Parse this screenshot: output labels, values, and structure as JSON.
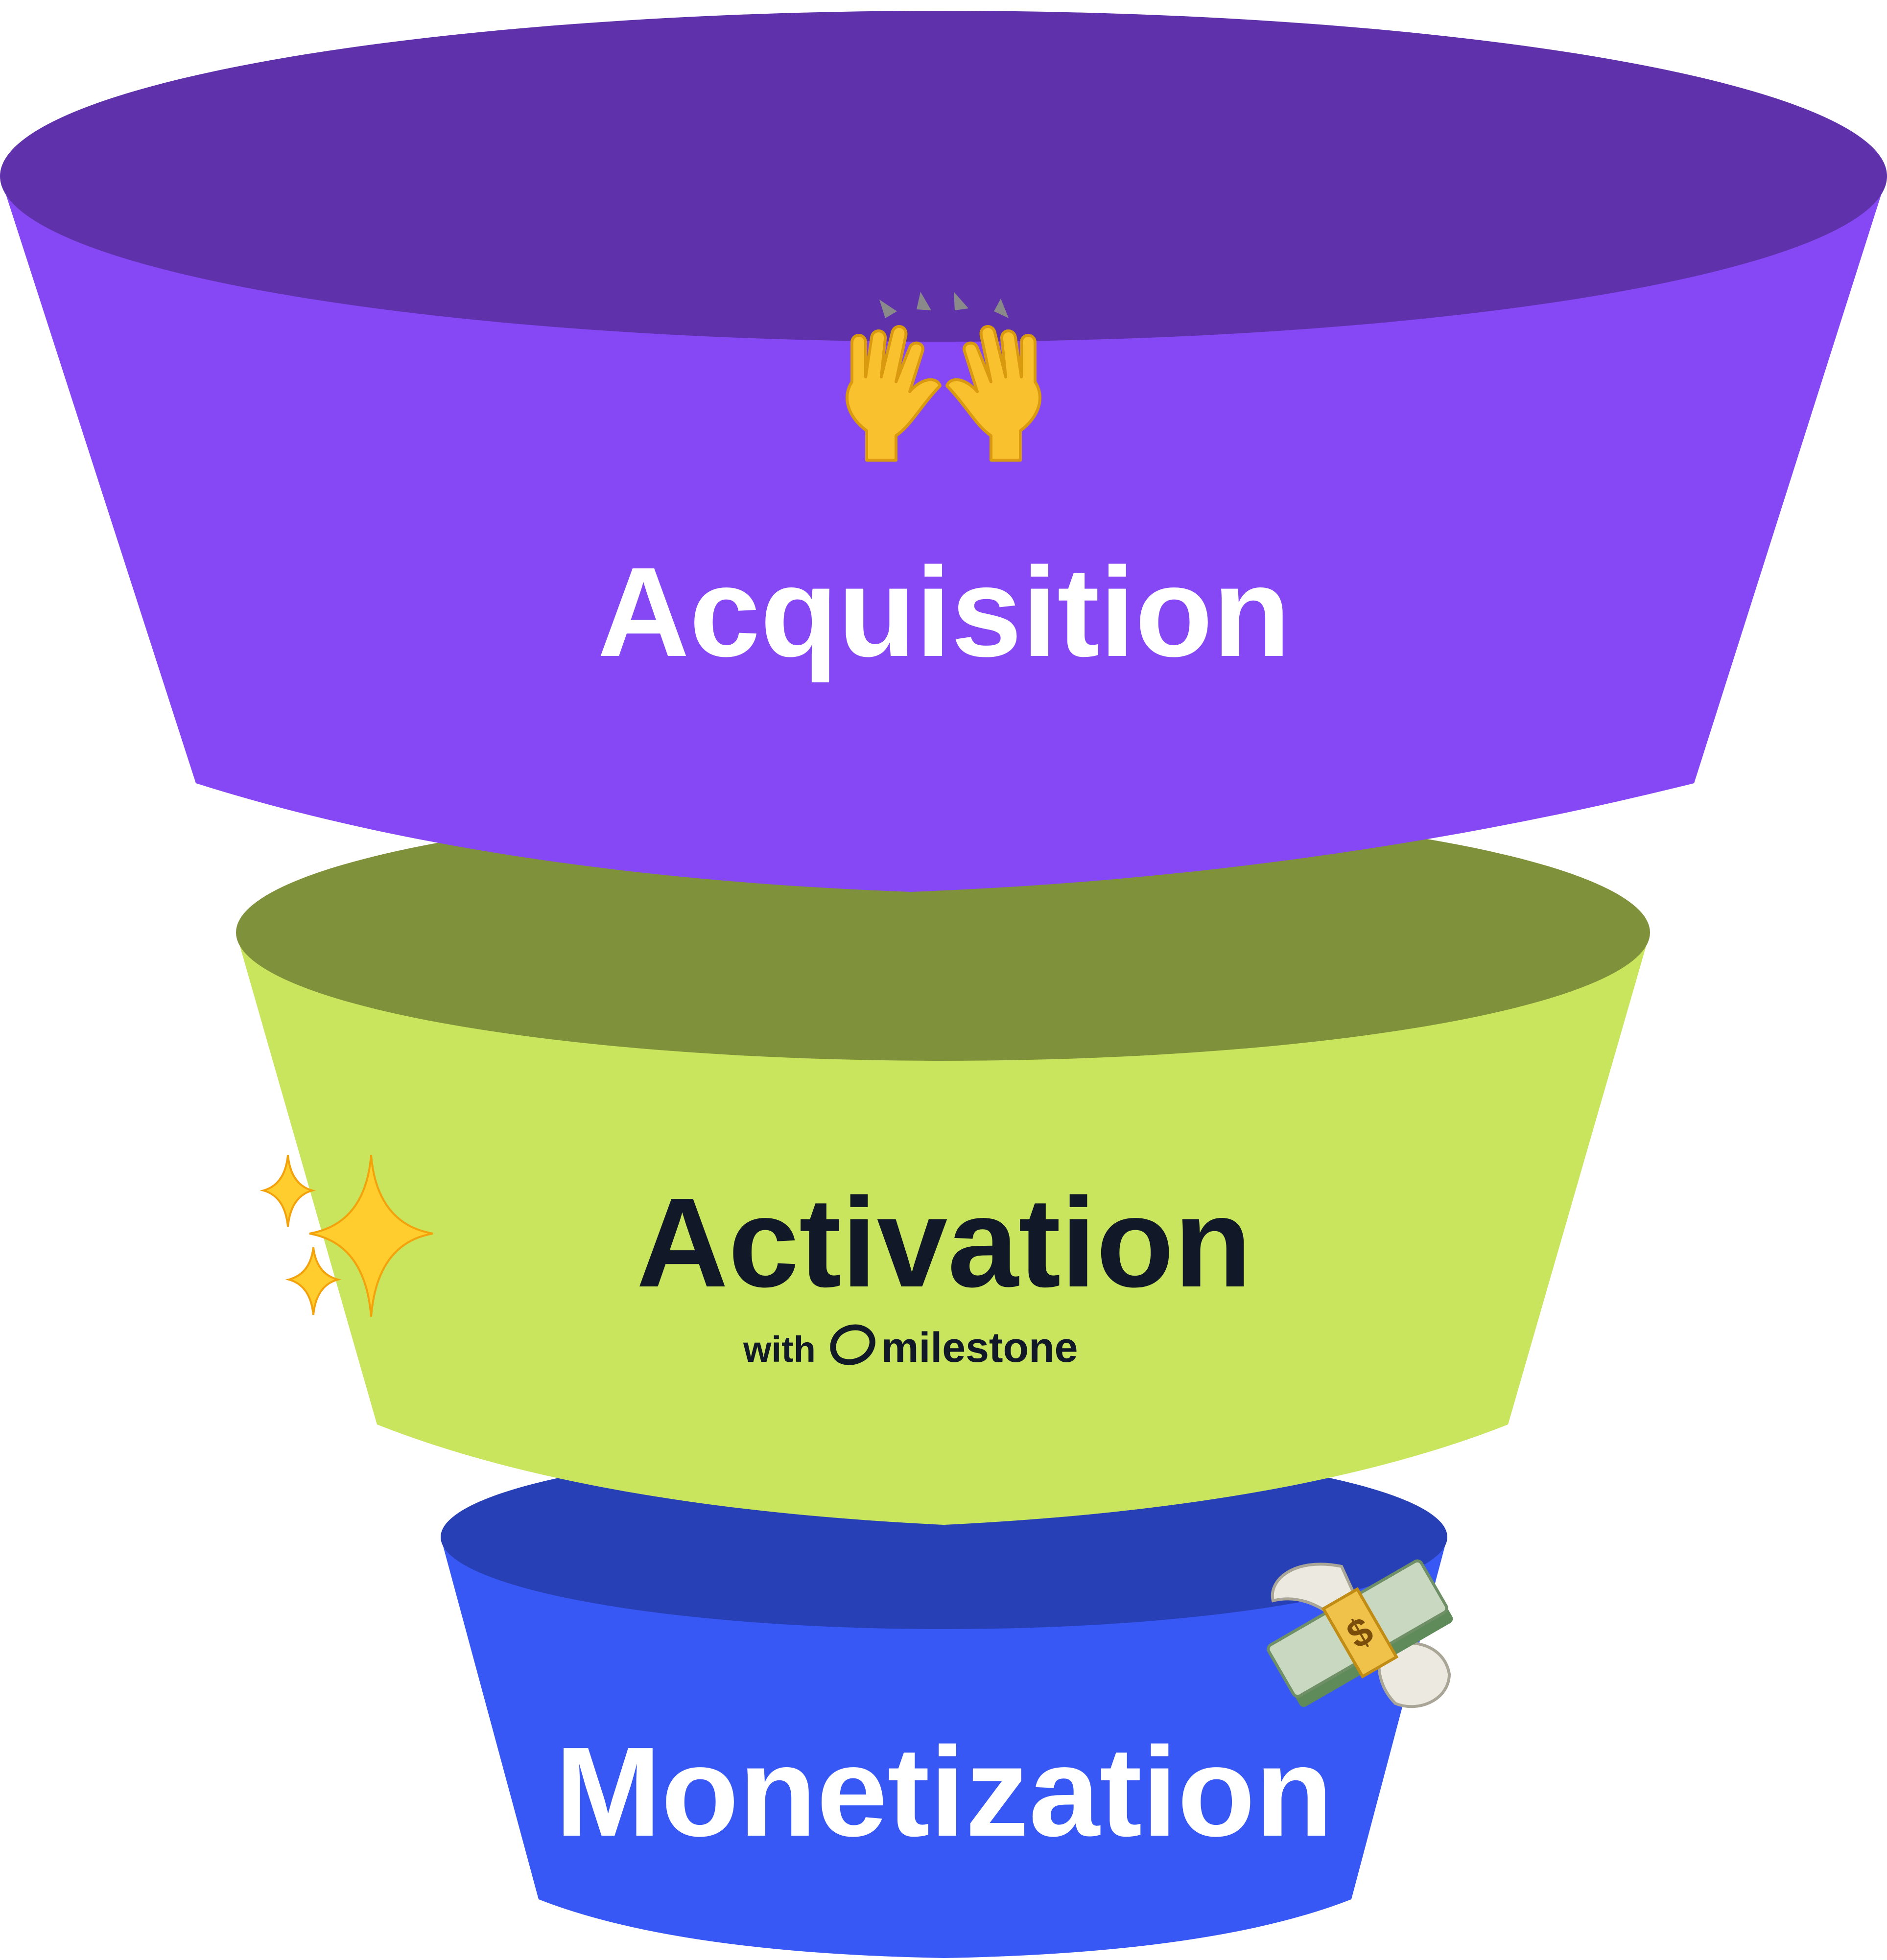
{
  "funnel": {
    "stages": [
      {
        "label": "Acquisition",
        "body_color": "#8647f4",
        "top_color": "#5f31ab",
        "label_color": "#ffffff",
        "icon": "raising-hands-icon"
      },
      {
        "label": "Activation",
        "body_color": "#c8e55d",
        "top_color": "#80913b",
        "label_color": "#111827",
        "icon": "sparkles-icon",
        "sublabel": {
          "prefix": "with",
          "brand": "milestone",
          "brand_icon": "milestone-logo-icon"
        }
      },
      {
        "label": "Monetization",
        "body_color": "#3758f5",
        "top_color": "#2840b6",
        "label_color": "#ffffff",
        "icon": "money-with-wings-icon"
      }
    ]
  }
}
